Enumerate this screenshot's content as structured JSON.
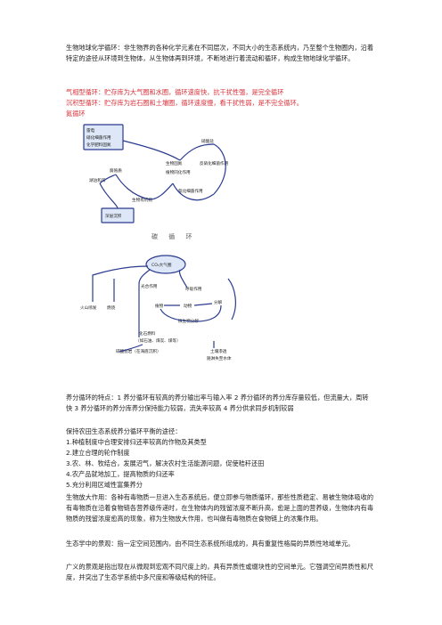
{
  "intro": "生物地球化学循环：非生物界的各种化学元素在不同层次，不同大小的生态系统内，乃至整个生物圈内，沿着特定的途径从环境到生物体，从生物体再到环境，不断地进行着流动和循环，构成生物地球化学循环。",
  "gas_cycle": "气相型循环：贮存库为大气圈和水圈，循环速度快，抗干扰性强，是完全循环",
  "sed_cycle": "沉积型循环：贮存库为岩石圈和土壤圈，循环速度慢，看干扰性弱，是不完全循环。",
  "n_cycle_heading": "氮循环",
  "n_diagram": {
    "atmos1": "雷电",
    "atmos2": "硝化细菌作用",
    "atmos3": "化学肥料固氮",
    "nitrate": "硝酸盐",
    "biofix": "生物固氮",
    "assim": "植物同化作用",
    "denit": "反硝化细菌作用",
    "ammonia": "氨化细菌作用",
    "humus": "腐殖质",
    "lake": "湖泊和海",
    "organic": "生物有机物",
    "deep": "深层沉积"
  },
  "c_cycle_title": "碳 循 环",
  "c_diagram": {
    "co2": "CO₂大气圈",
    "photo": "光合作用",
    "resp": "呼吸作用",
    "plant": "植物",
    "animal": "动物",
    "decomp": "分解",
    "microbe": "微生物分解",
    "fossil": "化石燃料",
    "fossil_sub": "（如石油、煤炭、煤等）",
    "volcano": "火山喷发",
    "burn": "燃烧",
    "sea": "碳酸盐岩（在海底沉积）",
    "land": "土壤渗透",
    "land_sub": "随淋失至水体"
  },
  "features": "养分循环的特点：1 养分循环有较高的养分输出率与输入率 2 养分循环的养分库存量较低，但流量大，周转快 3 养分循环的养分库养分保持能力较弱，流失率较高 4 养分供求同步机制较弱",
  "measures_heading": "保持农田生态系统养分循环平衡的途径：",
  "measures": [
    "1.种植制度中合理安排归还率较高的作物及其类型",
    "2.建立合理的轮作制度",
    "3.农、林、牧结合，发展沼气，解决农村生活能源问题，促使秸秆还田",
    "4.农产品就地加工，提高物质的归还率",
    "5.充分利用区域性富集养分"
  ],
  "biomag": "生物放大作用：各种有毒物质一旦进入生态系统后，便立即参与物质循环，那些性质稳定、易被生物体吸收的有毒物质在沿着食物链各营养级传递时，在生物体内的残留浓度不断升高，愈是上面的营养级，生物体内有毒物质的残留浓度愈高的现象，称为生物放大作用，也叫做有毒物质在食物链上的浓集作用。",
  "landscape1": "生态学中的景观：指一定空间范围内，由不同生态系统所组成的，具有重复性格局的异质性地域单元。",
  "landscape2": "广义的景观是指出现在从微观到宏观不同尺度上的，具有异质性或缀块性的空间单元。它强调空间异质性和尺度，并突出了生态学系统中多尺度和等级结构的特征。"
}
